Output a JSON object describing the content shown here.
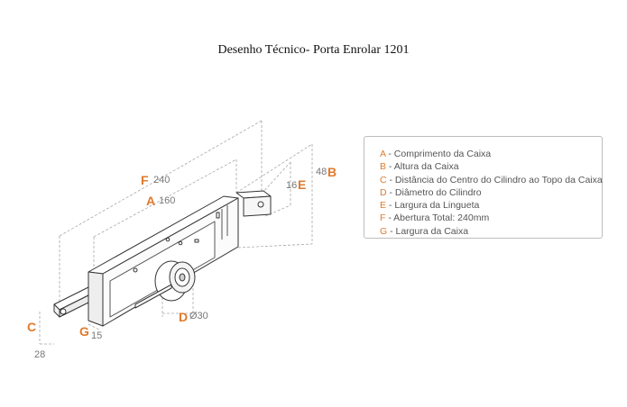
{
  "title": "Desenho Técnico- Porta Enrolar 1201",
  "dimensions": {
    "F": {
      "letter": "F",
      "value": "240"
    },
    "A": {
      "letter": "A",
      "value": "160"
    },
    "B": {
      "letter": "B",
      "value": "48"
    },
    "E": {
      "letter": "E",
      "value": "16"
    },
    "D": {
      "letter": "D",
      "value": "Ø30"
    },
    "C": {
      "letter": "C",
      "value": "28"
    },
    "G": {
      "letter": "G",
      "value": "15"
    }
  },
  "legend": [
    {
      "key": "A",
      "text": " - Comprimento da Caixa"
    },
    {
      "key": "B",
      "text": " - Altura da Caixa"
    },
    {
      "key": "C",
      "text": " - Distância do Centro do Cilindro ao Topo da Caixa"
    },
    {
      "key": "D",
      "text": " - Diâmetro do Cilindro"
    },
    {
      "key": "E",
      "text": " - Largura da Lingueta"
    },
    {
      "key": "F",
      "text": " - Abertura Total: 240mm"
    },
    {
      "key": "G",
      "text": " - Largura da Caixa"
    }
  ],
  "colors": {
    "accent": "#e07a2c",
    "line": "#333333",
    "dimension": "#999999"
  }
}
